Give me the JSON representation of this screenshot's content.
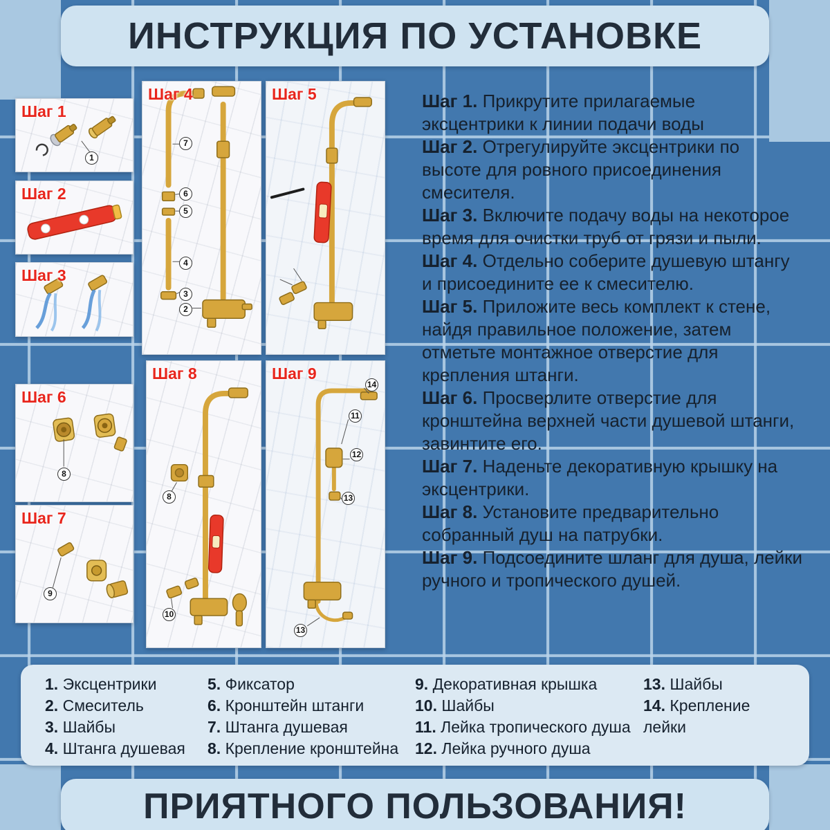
{
  "header": {
    "title": "ИНСТРУКЦИЯ ПО УСТАНОВКЕ"
  },
  "footer": {
    "title": "ПРИЯТНОГО ПОЛЬЗОВАНИЯ!"
  },
  "colors": {
    "tile_blue": "#4278ae",
    "banner_bg": "#cfe3f1",
    "text_dark": "#16212e",
    "step_label_red": "#e8251c",
    "gold": "#d6a63c",
    "level_red": "#e8392a"
  },
  "step_panels": {
    "step1": {
      "label": "Шаг 1",
      "callouts": [
        "1"
      ]
    },
    "step2": {
      "label": "Шаг 2",
      "callouts": []
    },
    "step3": {
      "label": "Шаг 3",
      "callouts": []
    },
    "step4": {
      "label": "Шаг 4",
      "callouts": [
        "7",
        "6",
        "5",
        "4",
        "3",
        "2"
      ]
    },
    "step5": {
      "label": "Шаг 5",
      "callouts": []
    },
    "step6": {
      "label": "Шаг 6",
      "callouts": [
        "8"
      ]
    },
    "step7": {
      "label": "Шаг 7",
      "callouts": [
        "9"
      ]
    },
    "step8": {
      "label": "Шаг 8",
      "callouts": [
        "8",
        "10"
      ]
    },
    "step9": {
      "label": "Шаг 9",
      "callouts": [
        "14",
        "11",
        "12",
        "13",
        "13"
      ]
    }
  },
  "instructions": [
    {
      "label": "Шаг 1.",
      "text": "Прикрутите прилагаемые эксцентрики к линии подачи воды"
    },
    {
      "label": "Шаг 2.",
      "text": "Отрегулируйте эксцентрики по высоте для ровного присоединения смесителя."
    },
    {
      "label": "Шаг 3.",
      "text": "Включите подачу воды на некоторое время для очистки труб от грязи и пыли."
    },
    {
      "label": "Шаг 4.",
      "text": "Отдельно соберите душевую штангу и присоедините ее к смесителю."
    },
    {
      "label": "Шаг 5.",
      "text": "Приложите весь комплект к стене, найдя правильное положение, затем отметьте монтажное отверстие для крепления штанги."
    },
    {
      "label": "Шаг 6.",
      "text": "Просверлите отверстие для кронштейна верхней части душевой штанги, завинтите его."
    },
    {
      "label": "Шаг 7.",
      "text": "Наденьте декоративную крышку на эксцентрики."
    },
    {
      "label": "Шаг 8.",
      "text": "Установите предварительно собранный душ на патрубки."
    },
    {
      "label": "Шаг 9.",
      "text": "Подсоедините шланг для душа, лейки ручного и тропического душей."
    }
  ],
  "parts": {
    "columns": [
      [
        {
          "num": "1.",
          "name": "Эксцентрики"
        },
        {
          "num": "2.",
          "name": "Смеситель"
        },
        {
          "num": "3.",
          "name": "Шайбы"
        },
        {
          "num": "4.",
          "name": "Штанга душевая"
        }
      ],
      [
        {
          "num": "5.",
          "name": "Фиксатор"
        },
        {
          "num": "6.",
          "name": "Кронштейн штанги"
        },
        {
          "num": "7.",
          "name": "Штанга душевая"
        },
        {
          "num": "8.",
          "name": "Крепление кронштейна"
        }
      ],
      [
        {
          "num": "9.",
          "name": "Декоративная крышка"
        },
        {
          "num": "10.",
          "name": "Шайбы"
        },
        {
          "num": "11.",
          "name": "Лейка тропического душа"
        },
        {
          "num": "12.",
          "name": "Лейка ручного душа"
        }
      ],
      [
        {
          "num": "13.",
          "name": "Шайбы"
        },
        {
          "num": "14.",
          "name": "Крепление лейки"
        }
      ]
    ]
  }
}
